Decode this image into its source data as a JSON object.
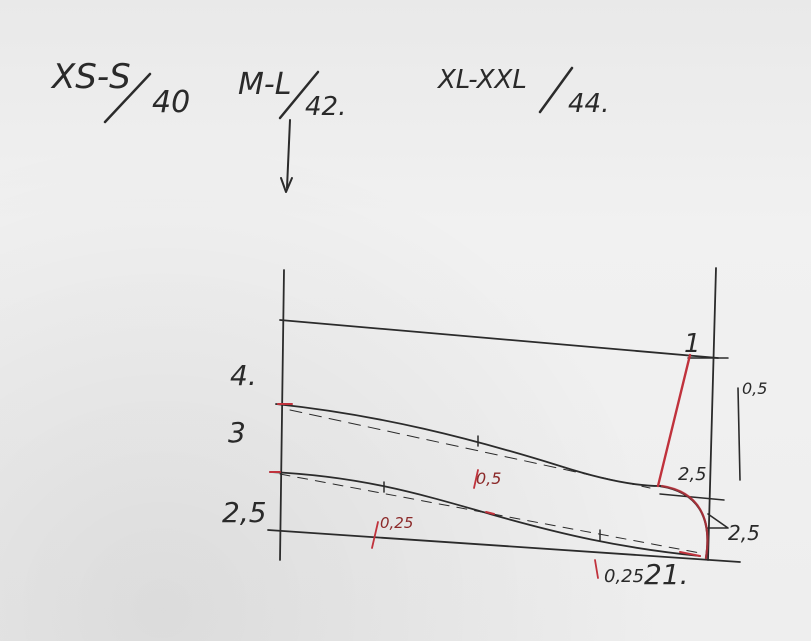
{
  "size_labels": [
    {
      "sizes": "XS-S",
      "number": "40"
    },
    {
      "sizes": "M-L",
      "number": "42."
    },
    {
      "sizes": "XL-XXL",
      "number": "44."
    }
  ],
  "left_marks": {
    "top": "4.",
    "middle": "3",
    "bottom": "2,5"
  },
  "right_marks": {
    "one": "1",
    "value_top": "0,5",
    "value_mid": "2,5",
    "value_side": "2,5"
  },
  "inner_marks": {
    "mid_curve": "0,5",
    "low_curve": "0,25",
    "bottom": "0,25",
    "bottom_number": "21."
  },
  "colors": {
    "paper": "#eeeeee",
    "pencil": "#2b2b2b",
    "red_pen": "#c0323c"
  }
}
